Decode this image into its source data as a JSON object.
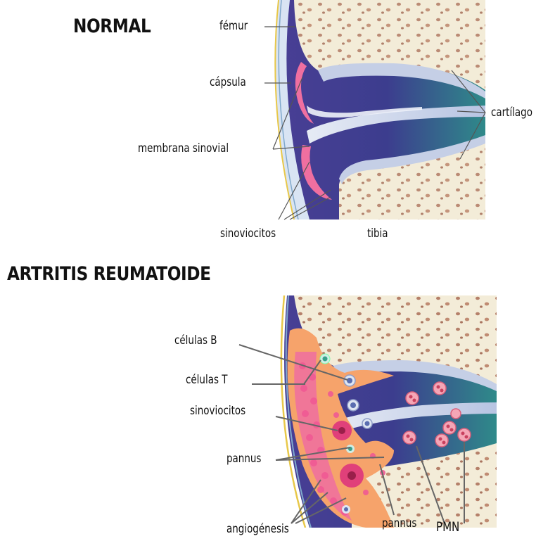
{
  "diagram": {
    "normal": {
      "title": "NORMAL",
      "labels": {
        "femur": "fémur",
        "capsula": "cápsula",
        "membrana": "membrana sinovial",
        "cartilago": "cartílago",
        "sinoviocitos": "sinoviocitos",
        "tibia": "tibia"
      }
    },
    "ra": {
      "title": "ARTRITIS REUMATOIDE",
      "labels": {
        "celulas_b": "células B",
        "celulas_t": "células T",
        "sinoviocitos": "sinoviocitos",
        "pannus_left": "pannus",
        "angiogenesis": "angiogénesis",
        "pannus_bottom": "pannus",
        "pmn": "PMN"
      }
    },
    "colors": {
      "bone": "#f3ecd8",
      "bone_pore": "#b9836a",
      "cavity": "#3f3c8c",
      "cavity_teal": "#2f8a8a",
      "cartilage": "#cfd6ea",
      "synovium": "#ef6fa0",
      "capsule_blue": "#aac4e6",
      "inflamed": "#f6a36b"
    }
  }
}
